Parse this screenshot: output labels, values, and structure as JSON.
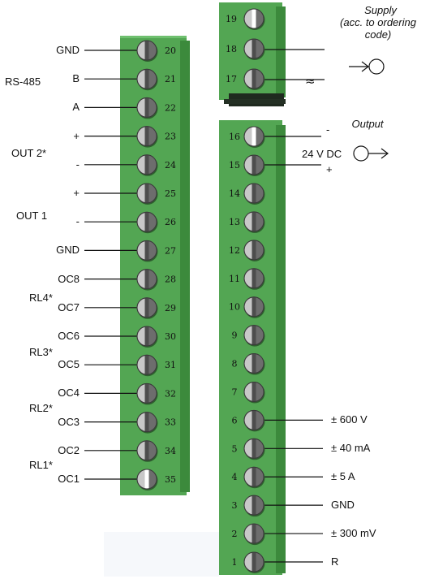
{
  "supply": {
    "title": "Supply",
    "note_line1": "(acc. to ordering",
    "note_line2": "code)",
    "approx_symbol": "≈",
    "terminals": [
      "19",
      "18",
      "17"
    ]
  },
  "output": {
    "title": "Output",
    "voltage": "24 V DC",
    "minus": "-",
    "plus": "+",
    "terminals": [
      "16",
      "15"
    ]
  },
  "groups": {
    "rs485": "RS-485",
    "out2": "OUT 2*",
    "out1": "OUT 1",
    "rl4": "RL4*",
    "rl3": "RL3*",
    "rl2": "RL2*",
    "rl1": "RL1*"
  },
  "left_terminals": [
    {
      "num": "20",
      "label": "GND"
    },
    {
      "num": "21",
      "label": "B"
    },
    {
      "num": "22",
      "label": "A"
    },
    {
      "num": "23",
      "label": "+"
    },
    {
      "num": "24",
      "label": "-"
    },
    {
      "num": "25",
      "label": "+"
    },
    {
      "num": "26",
      "label": "-"
    },
    {
      "num": "27",
      "label": "GND"
    },
    {
      "num": "28",
      "label": "OC8"
    },
    {
      "num": "29",
      "label": "OC7"
    },
    {
      "num": "30",
      "label": "OC6"
    },
    {
      "num": "31",
      "label": "OC5"
    },
    {
      "num": "32",
      "label": "OC4"
    },
    {
      "num": "33",
      "label": "OC3"
    },
    {
      "num": "34",
      "label": "OC2"
    },
    {
      "num": "35",
      "label": "OC1"
    }
  ],
  "right_terminals": [
    {
      "num": "14",
      "label": ""
    },
    {
      "num": "13",
      "label": ""
    },
    {
      "num": "12",
      "label": ""
    },
    {
      "num": "11",
      "label": ""
    },
    {
      "num": "10",
      "label": ""
    },
    {
      "num": "9",
      "label": ""
    },
    {
      "num": "8",
      "label": ""
    },
    {
      "num": "7",
      "label": ""
    },
    {
      "num": "6",
      "label": "± 600 V"
    },
    {
      "num": "5",
      "label": "± 40 mA"
    },
    {
      "num": "4",
      "label": "± 5 A"
    },
    {
      "num": "3",
      "label": "GND"
    },
    {
      "num": "2",
      "label": "± 300 mV"
    },
    {
      "num": "1",
      "label": "R"
    }
  ]
}
